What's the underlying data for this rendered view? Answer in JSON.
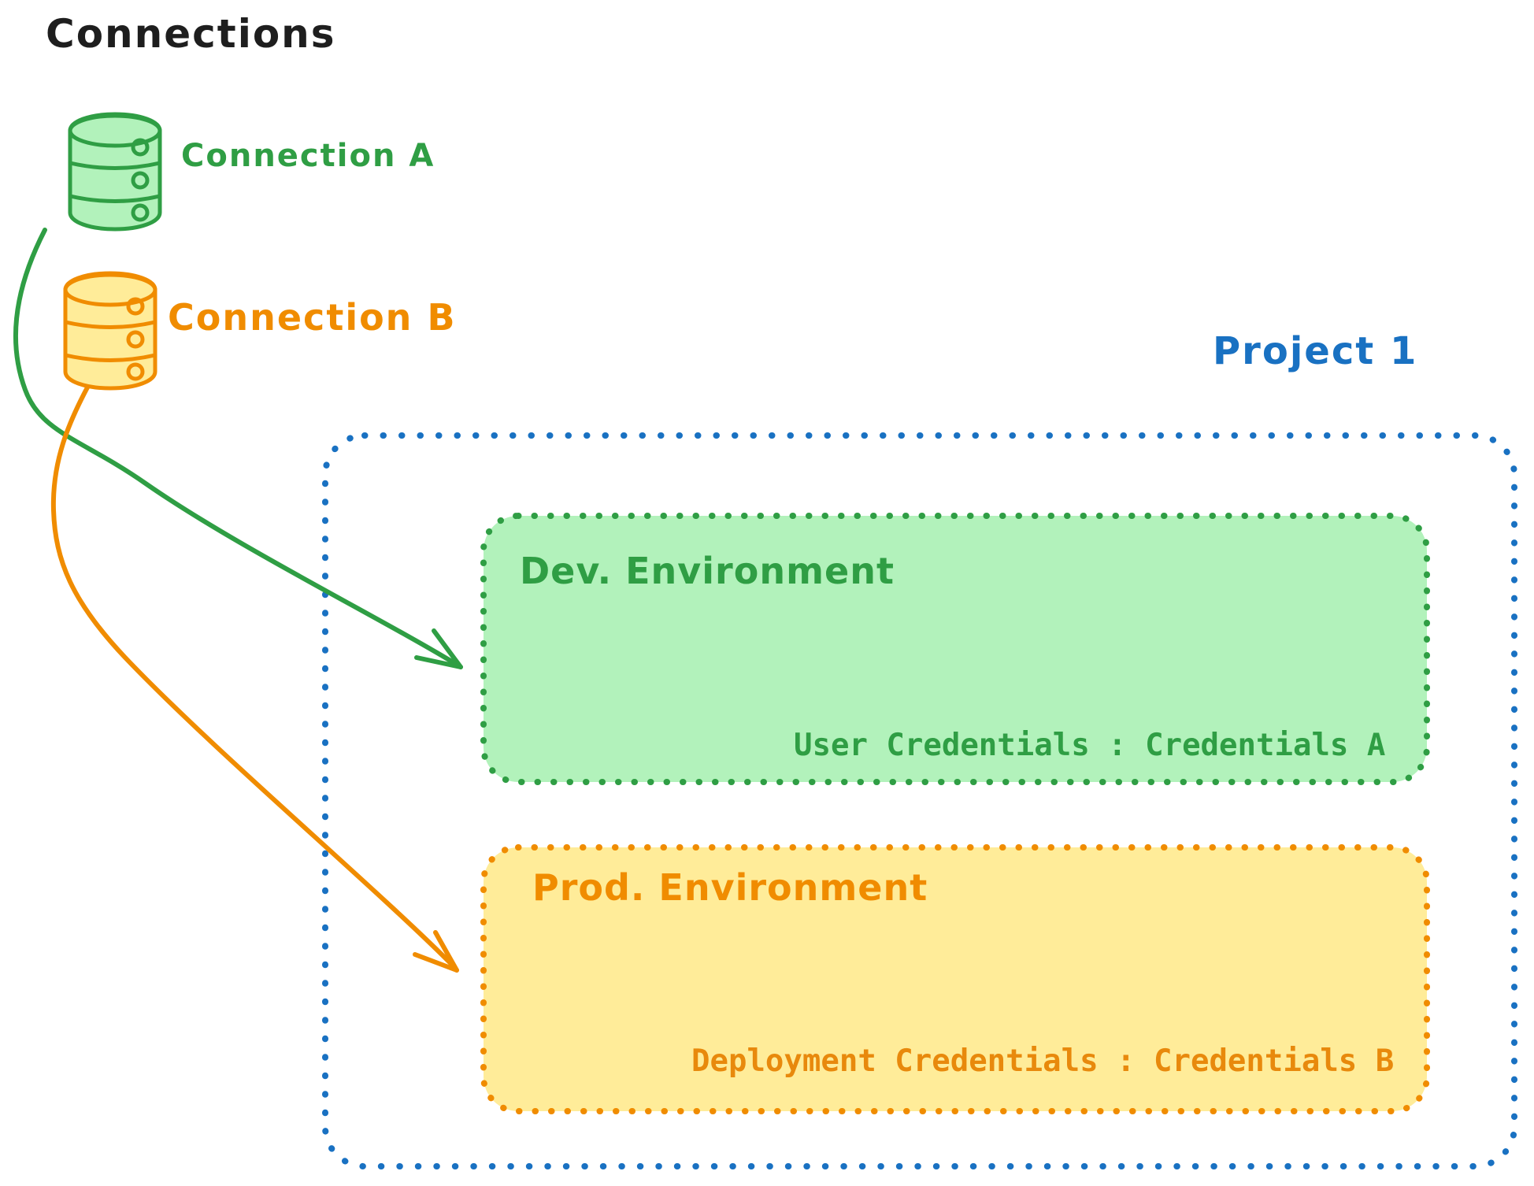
{
  "title": "Connections",
  "connections": [
    {
      "label": "Connection A",
      "color": "#2f9e44",
      "fill": "#b2f2bb",
      "icon": "database-icon"
    },
    {
      "label": "Connection B",
      "color": "#f08c00",
      "fill": "#ffec99",
      "icon": "database-icon"
    }
  ],
  "project": {
    "label": "Project 1",
    "border_color": "#1971c2",
    "environments": [
      {
        "name": "Dev. Environment",
        "credentials": "User Credentials : Credentials A",
        "stroke": "#2f9e44",
        "fill": "#b2f2bb"
      },
      {
        "name": "Prod. Environment",
        "credentials": "Deployment Credentials : Credentials B",
        "stroke": "#f08c00",
        "fill": "#ffec99"
      }
    ]
  },
  "arrows": [
    {
      "name": "connection-a-to-dev-environment",
      "color": "#2f9e44"
    },
    {
      "name": "connection-b-to-prod-environment",
      "color": "#f08c00"
    }
  ],
  "colors": {
    "text": "#1e1e1e",
    "blue": "#1971c2",
    "green": "#2f9e44",
    "green_fill": "#b2f2bb",
    "orange": "#f08c00",
    "orange_fill": "#ffec99"
  }
}
